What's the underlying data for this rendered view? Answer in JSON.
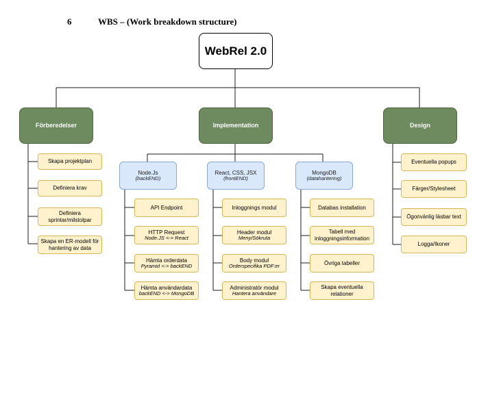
{
  "heading": {
    "number": "6",
    "title": "WBS – (Work breakdown structure)"
  },
  "root": {
    "label": "WebRel 2.0"
  },
  "branches": [
    {
      "label": "Förberedelser",
      "tasks": [
        {
          "label": "Skapa projektplan"
        },
        {
          "label": "Definiera krav"
        },
        {
          "label": "Definiera sprintar/milstolpar"
        },
        {
          "label": "Skapa en ER-modell för hantering av data"
        }
      ]
    },
    {
      "label": "Implementation",
      "subgroups": [
        {
          "label": "Node.Js",
          "sub": "(backEND)",
          "tasks": [
            {
              "label": "API Endpoint",
              "sub": ""
            },
            {
              "label": "HTTP Request",
              "sub": "Node.JS <-> React"
            },
            {
              "label": "Hämta orderdata",
              "sub": "Pyramid <-> backEND"
            },
            {
              "label": "Hämta användardata",
              "sub": "backEND <-> MongoDB"
            }
          ]
        },
        {
          "label": "React, CSS, JSX",
          "sub": "(frontEND)",
          "tasks": [
            {
              "label": "Inloggnings modul",
              "sub": ""
            },
            {
              "label": "Header modul",
              "sub": "Meny/Sökruta"
            },
            {
              "label": "Body modul",
              "sub": "Orderspecifika PDF:er"
            },
            {
              "label": "Administratör modul",
              "sub": "Hantera användare"
            }
          ]
        },
        {
          "label": "MongoDB",
          "sub": "(datahantering)",
          "tasks": [
            {
              "label": "Databas installation",
              "sub": ""
            },
            {
              "label": "Tabell med inloggningsinformation",
              "sub": ""
            },
            {
              "label": "Övriga tabeller",
              "sub": ""
            },
            {
              "label": "Skapa eventuella relationer",
              "sub": ""
            }
          ]
        }
      ]
    },
    {
      "label": "Design",
      "tasks": [
        {
          "label": "Eventuella popups"
        },
        {
          "label": "Färger/Stylesheet"
        },
        {
          "label": "Ögonvänlig läsbar text"
        },
        {
          "label": "Logga/Ikoner"
        }
      ]
    }
  ],
  "colors": {
    "branch_fill": "#6d8b5f",
    "subgroup_fill": "#dae8fc",
    "task_fill": "#fff2cc"
  }
}
